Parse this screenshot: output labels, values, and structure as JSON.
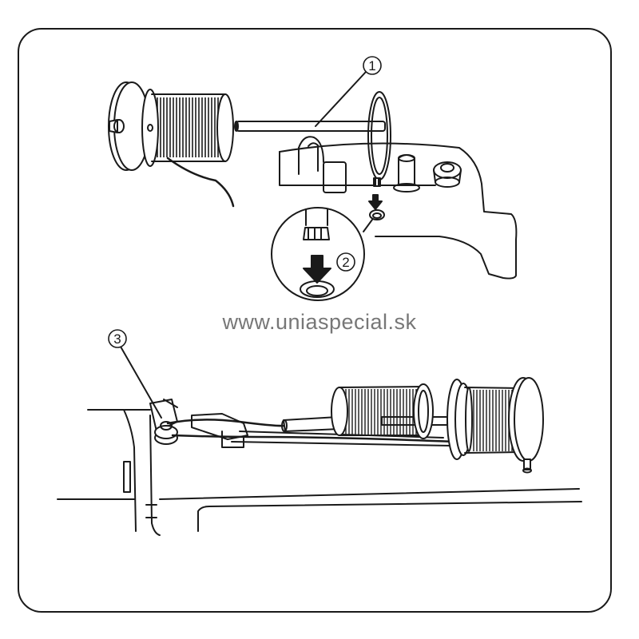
{
  "watermark": "www.uniaspecial.sk",
  "callouts": [
    "1",
    "2",
    "3"
  ],
  "colors": {
    "line": "#1a1a1a",
    "watermark": "#777777",
    "background": "#ffffff"
  }
}
